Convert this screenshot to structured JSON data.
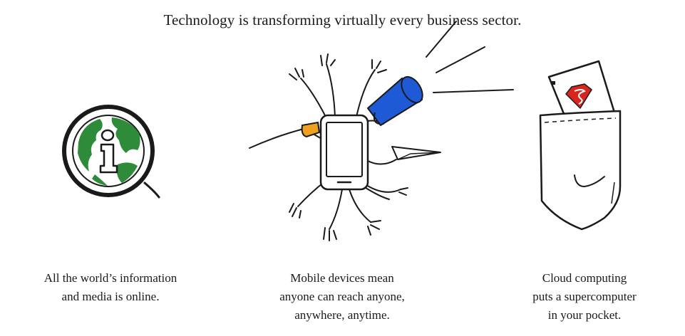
{
  "title": "Technology is transforming virtually every business sector.",
  "panels": [
    {
      "icon": "globe-info-icon",
      "caption_lines": [
        "All the world’s information",
        "and media is online."
      ]
    },
    {
      "icon": "mobile-phone-hands-icon",
      "caption_lines": [
        "Mobile devices mean",
        "anyone can reach anyone,",
        "anywhere, anytime."
      ]
    },
    {
      "icon": "pocket-supercomputer-icon",
      "caption_lines": [
        "Cloud computing",
        "puts a supercomputer",
        "in your pocket."
      ]
    }
  ],
  "colors": {
    "globe_land": "#2e8b3a",
    "megaphone": "#1e5ad6",
    "card_orange": "#f0a020",
    "superman_red": "#d8261e",
    "ink": "#1a1a1a"
  }
}
